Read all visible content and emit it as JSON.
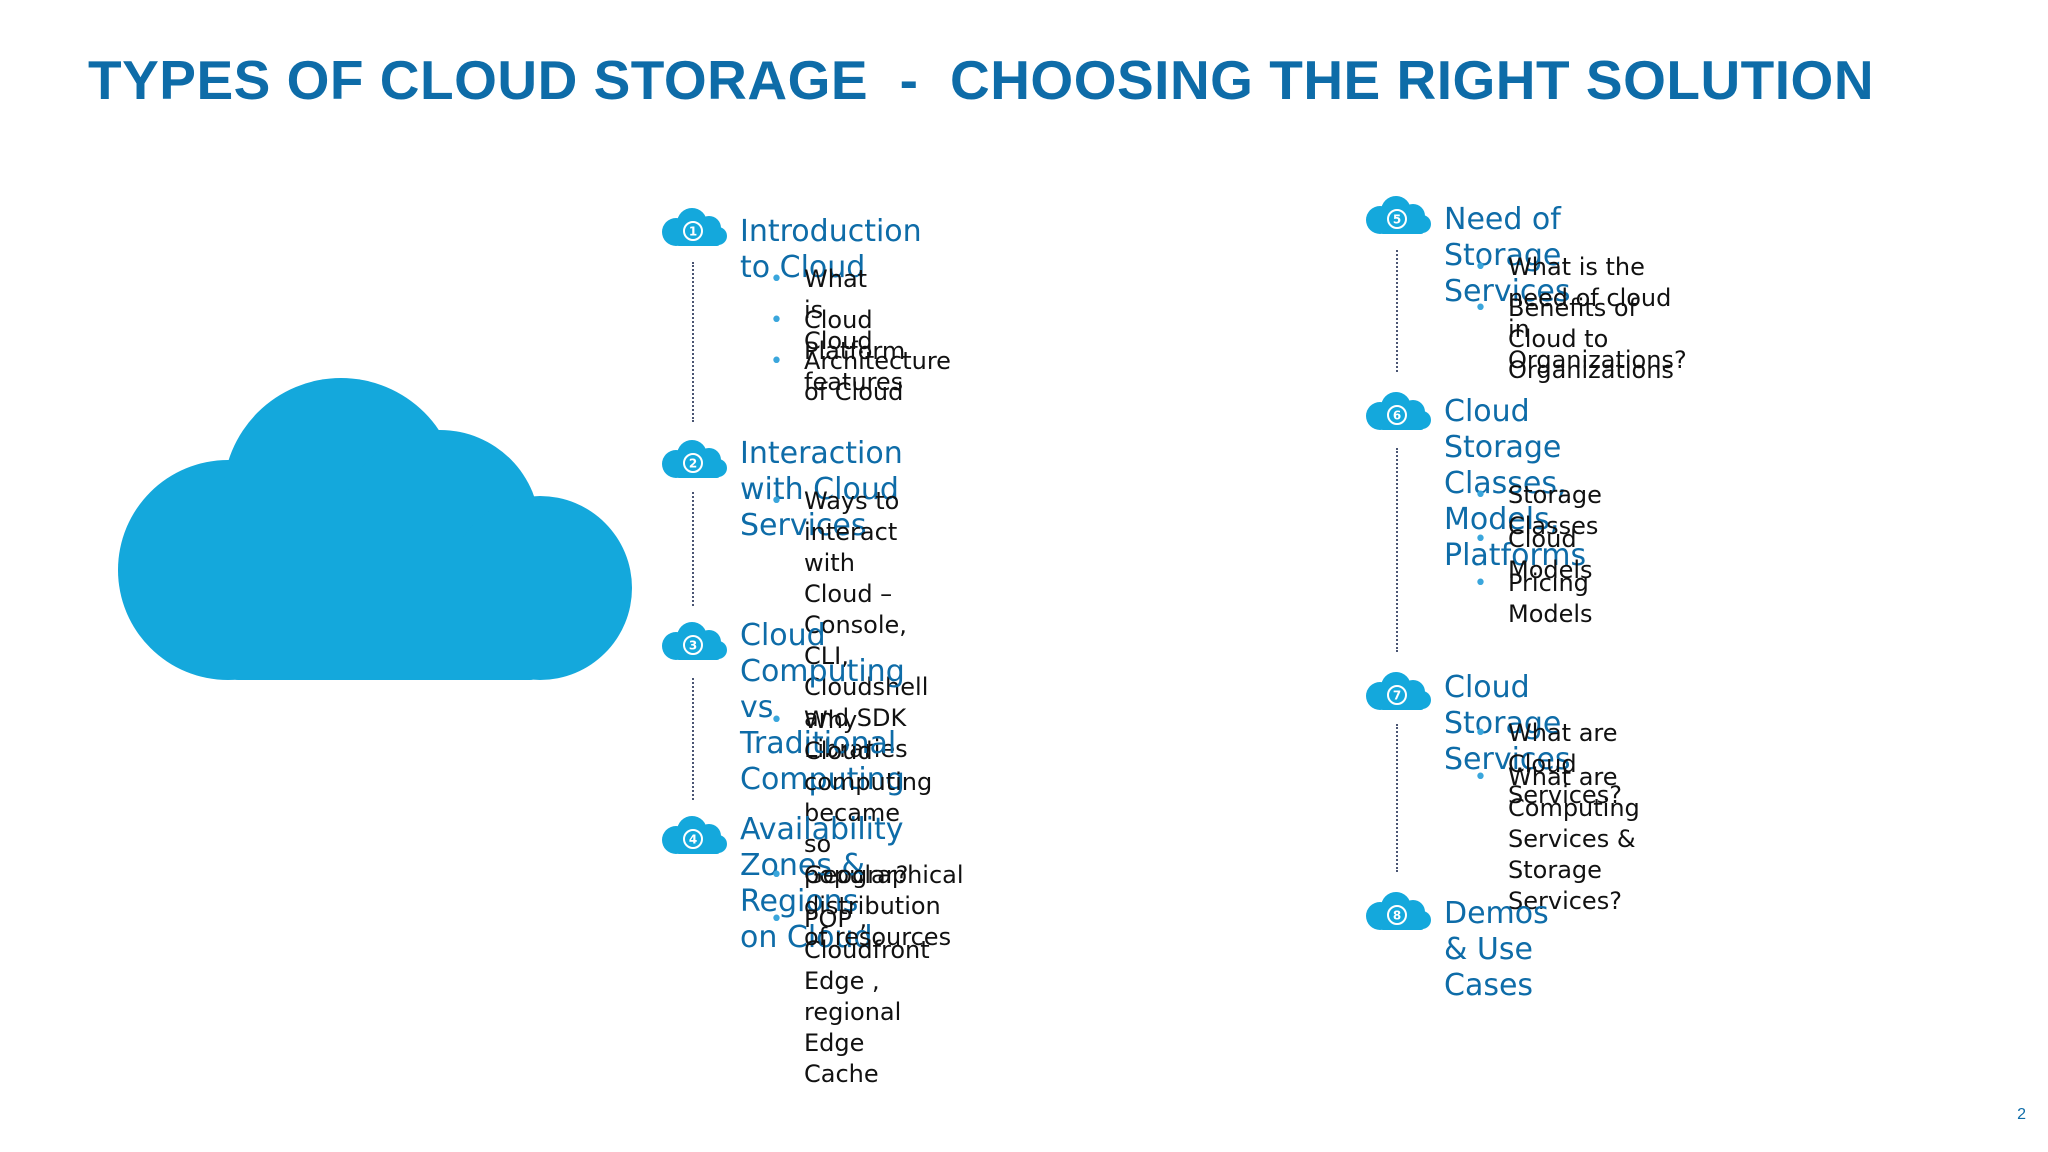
{
  "title": "TYPES OF CLOUD STORAGE  -  CHOOSING THE RIGHT SOLUTION",
  "page_number": "2",
  "colors": {
    "title": "#0e6ca8",
    "heading": "#0e6ca8",
    "cloud": "#14a8dc",
    "bullet": "#3aa6dc"
  },
  "sections": [
    {
      "num": "1",
      "heading": [
        "Introduction to Cloud"
      ],
      "bullets": [
        [
          "What is Cloud"
        ],
        [
          "Cloud Platform features"
        ],
        [
          "Architecture of Cloud"
        ]
      ]
    },
    {
      "num": "2",
      "heading": [
        "Interaction with Cloud Services"
      ],
      "bullets": [
        [
          "Ways to interact with Cloud – Console, CLI,",
          "Cloudshell and SDK Libraries"
        ]
      ]
    },
    {
      "num": "3",
      "heading": [
        "Cloud Computing vs Traditional",
        "Computing"
      ],
      "bullets": [
        [
          "Why Cloud computing became so popular?"
        ]
      ]
    },
    {
      "num": "4",
      "heading": [
        "Availability Zones & Regions on Cloud"
      ],
      "bullets": [
        [
          "Geographical distribution of resources"
        ],
        [
          "POP , Cloudfront Edge , regional Edge Cache"
        ]
      ]
    },
    {
      "num": "5",
      "heading": [
        "Need of Storage Services"
      ],
      "bullets": [
        [
          "What is the need of cloud in Organizations?"
        ],
        [
          "Benefits of Cloud to Organizations"
        ]
      ]
    },
    {
      "num": "6",
      "heading": [
        "Cloud Storage Classes, Models,",
        "Platforms"
      ],
      "bullets": [
        [
          "Storage Classes"
        ],
        [
          "Cloud Models"
        ],
        [
          "Pricing Models"
        ]
      ]
    },
    {
      "num": "7",
      "heading": [
        "Cloud Storage Services"
      ],
      "bullets": [
        [
          "What are Cloud Services?"
        ],
        [
          "What are Computing Services & Storage",
          "Services?"
        ]
      ]
    },
    {
      "num": "8",
      "heading": [
        "Demos & Use Cases"
      ],
      "bullets": []
    }
  ]
}
